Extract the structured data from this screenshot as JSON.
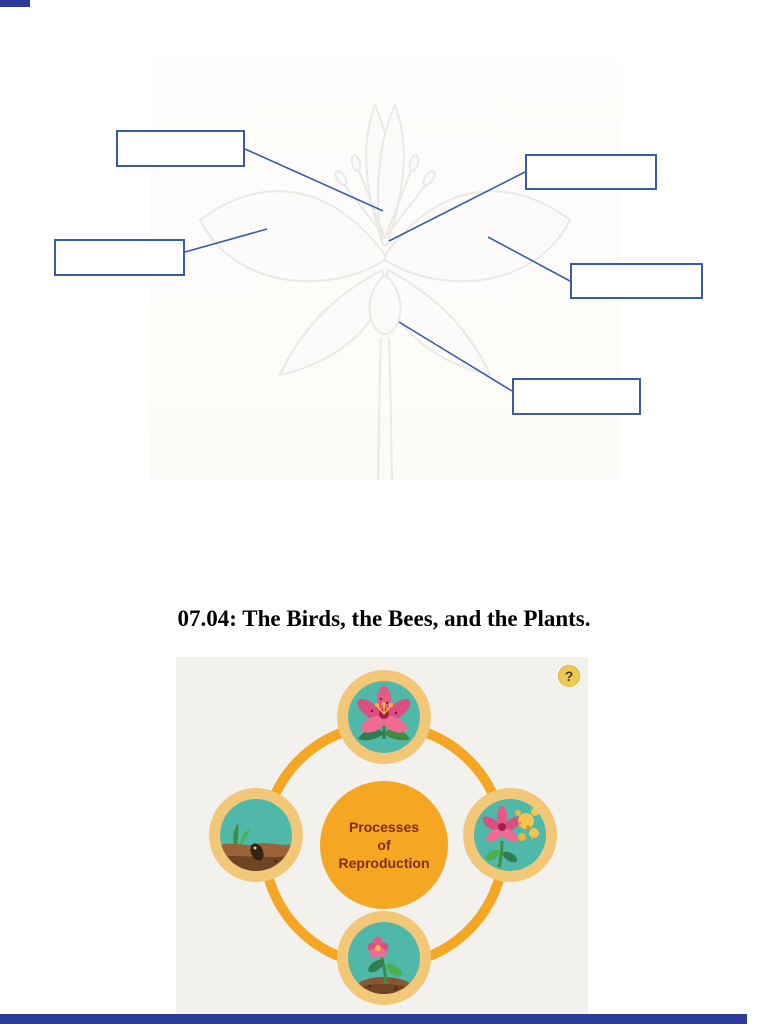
{
  "document": {
    "title": "07.04: The Birds, the Bees, and the Plants."
  },
  "worksheet": {
    "description_icon": "flower-outline-drawing",
    "label_boxes": [
      {
        "id": "top-left",
        "value": ""
      },
      {
        "id": "top-right",
        "value": ""
      },
      {
        "id": "left",
        "value": ""
      },
      {
        "id": "right",
        "value": ""
      },
      {
        "id": "bottom",
        "value": ""
      }
    ]
  },
  "infographic": {
    "center_label": "Processes of Reproduction",
    "center_label_lines": [
      "Processes",
      "of",
      "Reproduction"
    ],
    "help_label": "?",
    "nodes": [
      {
        "position": "top",
        "icon": "lily-flower-icon"
      },
      {
        "position": "left",
        "icon": "seed-in-soil-icon"
      },
      {
        "position": "right",
        "icon": "pollinated-flower-icon"
      },
      {
        "position": "bottom",
        "icon": "seedling-icon"
      }
    ]
  },
  "colors": {
    "accent-orange": "#F5A623",
    "node-ring": "#F2C878",
    "teal": "#4FB8A8",
    "box-border": "#3A5BA9",
    "connector-blue": "#3A5BA9",
    "bar-blue": "#2B3A9B",
    "center-text": "#7E2F1E",
    "panel-bg": "#F2F1ED",
    "help-bg": "#EDCB4F"
  }
}
